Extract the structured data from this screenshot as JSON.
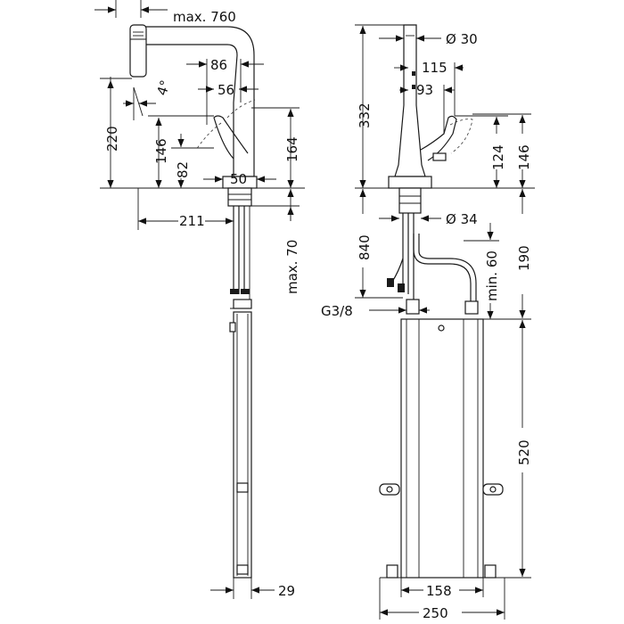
{
  "side_view": {
    "dim_max_reach": "max. 760",
    "dim_spray_tilt": "4°",
    "dim_lever_reach": "86",
    "dim_lever_reach_inner": "56",
    "dim_total_height": "220",
    "dim_spout_height": "146",
    "dim_lever_height_low": "82",
    "dim_lever_height": "164",
    "dim_base_width": "50",
    "dim_spout_projection": "211",
    "dim_deck_thickness": "max. 70",
    "dim_box_depth": "29"
  },
  "front_view": {
    "dim_body_diameter": "Ø 30",
    "dim_lever_width": "115",
    "dim_lever_width_inner": "93",
    "dim_body_height": "332",
    "dim_lever_rise": "124",
    "dim_lever_height": "146",
    "dim_hose_length": "840",
    "dim_shank_diameter": "Ø 34",
    "dim_hose_clearance": "min. 60",
    "dim_under_deck": "190",
    "dim_thread": "G3/8",
    "dim_box_height": "520",
    "dim_box_inner_width": "158",
    "dim_box_outer_width": "250"
  }
}
